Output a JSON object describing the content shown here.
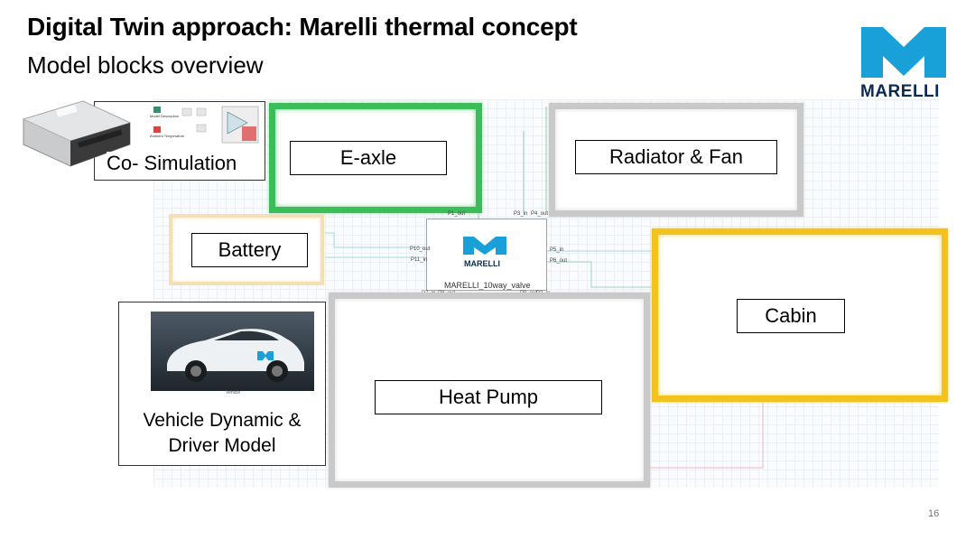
{
  "header": {
    "title": "Digital Twin approach: Marelli thermal concept",
    "subtitle": "Model blocks overview"
  },
  "brand": {
    "name": "MARELLI",
    "color": "#1aa0d8",
    "text_color": "#0a2a55"
  },
  "blocks": {
    "cosim": "Co- Simulation",
    "eaxle": "E-axle",
    "radiator": "Radiator & Fan",
    "battery": "Battery",
    "cabin": "Cabin",
    "heatpump": "Heat Pump",
    "vehicle_line1": "Vehicle Dynamic &",
    "vehicle_line2": "Driver Model"
  },
  "valve": {
    "logo_text": "MARELLI",
    "caption": "MARELLI_10way_valve",
    "ports": {
      "p1_out": "P1_out",
      "p3_in": "P3_in",
      "p4_out": "P4_out",
      "p10_out": "P10_out",
      "p11_in": "P11_in",
      "p5_in": "P5_in",
      "p6_out": "P6_out",
      "p7_in": "P7_in",
      "p8_out": "P8_out",
      "p9_out": "P9_out",
      "p2_in": "P2_in"
    }
  },
  "cosim_palette": {
    "model_description": "Model Description",
    "ambient_temperature": "Ambient Temperature"
  },
  "vehicle_caption": "Vehicle",
  "colors": {
    "eaxle_glow": "#3bbd5a",
    "cabin_glow": "#f4c21d",
    "battery_glow": "#f5dfb4",
    "neutral_glow": "#c9c9c9"
  },
  "page_number": "16"
}
